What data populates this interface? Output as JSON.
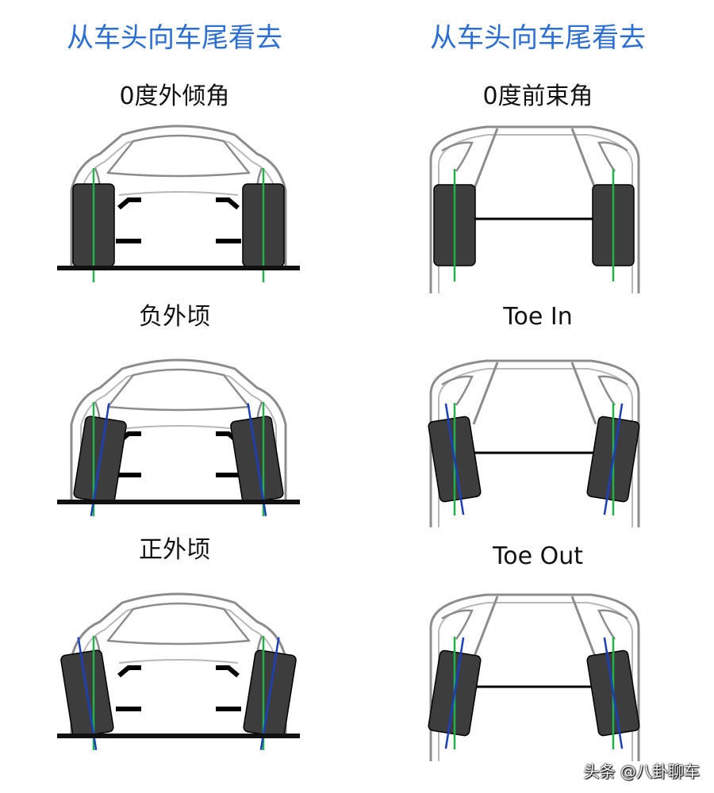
{
  "headers": {
    "left": "从车头向车尾看去",
    "right": "从车头向车尾看去"
  },
  "camber": {
    "zero_label": "0度外倾角",
    "negative_label": "负外顷",
    "positive_label": "正外顷"
  },
  "toe": {
    "zero_label": "0度前束角",
    "in_label": "Toe In",
    "out_label": "Toe Out"
  },
  "colors": {
    "header": "#2b6fd6",
    "reference_line": "#22b24c",
    "tilt_line": "#1a3fbf",
    "tire": "#3d3d3d",
    "body_outline": "#8c8c8c",
    "ground": "#111111"
  },
  "watermark": "头条 @八卦聊车"
}
